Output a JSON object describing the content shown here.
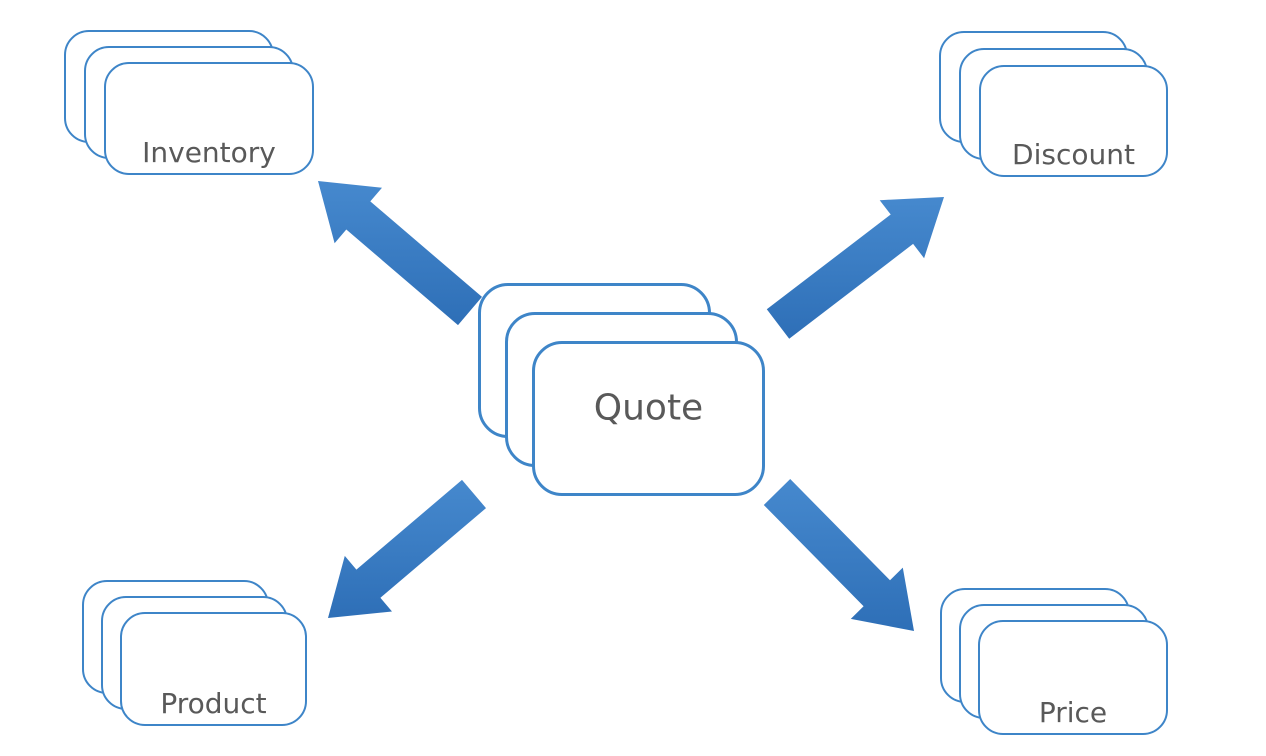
{
  "diagram": {
    "type": "hub-and-spoke",
    "background_color": "#ffffff",
    "card_border_color": "#3E85C8",
    "card_fill_color": "#ffffff",
    "arrow_gradient_top": "#4689CE",
    "arrow_gradient_bottom": "#2E6FB7",
    "label_color": "#595959",
    "nodes": [
      {
        "id": "quote",
        "label": "Quote",
        "role": "hub",
        "position": "center",
        "stack_count": 3
      },
      {
        "id": "inventory",
        "label": "Inventory",
        "role": "spoke",
        "position": "top-left",
        "stack_count": 3
      },
      {
        "id": "discount",
        "label": "Discount",
        "role": "spoke",
        "position": "top-right",
        "stack_count": 3
      },
      {
        "id": "product",
        "label": "Product",
        "role": "spoke",
        "position": "bottom-left",
        "stack_count": 3
      },
      {
        "id": "price",
        "label": "Price",
        "role": "spoke",
        "position": "bottom-right",
        "stack_count": 3
      }
    ],
    "arrows": [
      {
        "from": "quote",
        "to": "inventory",
        "direction": "up-left"
      },
      {
        "from": "quote",
        "to": "discount",
        "direction": "up-right"
      },
      {
        "from": "quote",
        "to": "product",
        "direction": "down-left"
      },
      {
        "from": "quote",
        "to": "price",
        "direction": "down-right"
      }
    ]
  }
}
